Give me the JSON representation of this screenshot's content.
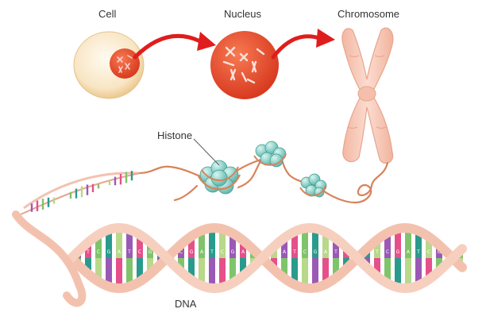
{
  "labels": {
    "cell": "Cell",
    "nucleus": "Nucleus",
    "chromosome": "Chromosome",
    "histone": "Histone",
    "dna": "DNA"
  },
  "colors": {
    "cytoplasm": "#f8e6c4",
    "nucleus": "#e8452a",
    "arrow": "#e01d1d",
    "chromosome": "#f7c9b8",
    "histone": "#8fd8cf",
    "strand": "#d9825a",
    "backbone": "#f3c2ae",
    "bases": [
      "#9b59b6",
      "#e5508a",
      "#7fc46b",
      "#2a9a8c",
      "#b8d88a"
    ]
  },
  "base_letters": [
    "A",
    "T",
    "C",
    "G"
  ]
}
